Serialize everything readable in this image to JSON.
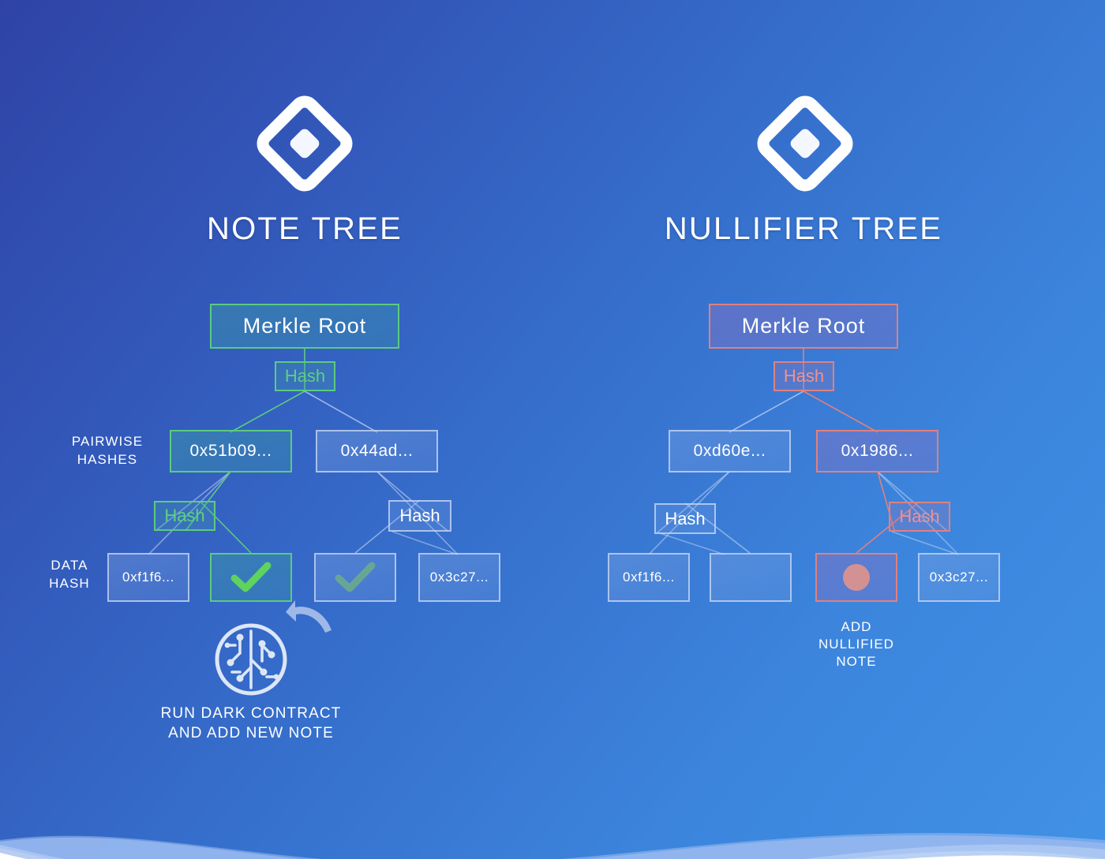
{
  "background": {
    "gradient_from": "#2f43a6",
    "gradient_to": "#4091e6",
    "wave_color_back": "#8cb0ec",
    "wave_color_front": "#ffffff"
  },
  "palette": {
    "green_accent": "#5ccb7f",
    "green_check": "#5ed35e",
    "green_check_muted": "#6fae87",
    "red_accent": "#e0817f",
    "red_dot": "#d49193",
    "node_border": "#c6d6f3",
    "text": "#ffffff",
    "arrow": "#9fb8e8"
  },
  "side_labels": [
    {
      "name": "pairwise-hashes",
      "text": "PAIRWISE\nHASHES"
    },
    {
      "name": "data-hash",
      "text": "DATA\nHASH"
    }
  ],
  "note_tree": {
    "title": "NOTE TREE",
    "logo_icon": "diamond-logo-icon",
    "root": {
      "label": "Merkle Root",
      "highlight": "green"
    },
    "root_hash": {
      "label": "Hash",
      "highlight": "green"
    },
    "level2": [
      {
        "label": "0x51b09...",
        "highlight": "green"
      },
      {
        "label": "0x44ad...",
        "highlight": "none"
      }
    ],
    "level2_hashes": [
      {
        "label": "Hash",
        "highlight": "green"
      },
      {
        "label": "Hash",
        "highlight": "none"
      }
    ],
    "leaves": [
      {
        "label": "0xf1f6...",
        "kind": "text",
        "highlight": "none"
      },
      {
        "label": "",
        "kind": "check",
        "highlight": "green"
      },
      {
        "label": "",
        "kind": "check-muted",
        "highlight": "none"
      },
      {
        "label": "0x3c27...",
        "kind": "text",
        "highlight": "none"
      }
    ],
    "action": {
      "icon": "circuit-contract-icon",
      "arrow_icon": "curved-arrow-left-icon",
      "caption": "RUN DARK CONTRACT\nAND ADD NEW NOTE"
    }
  },
  "nullifier_tree": {
    "title": "NULLIFIER TREE",
    "logo_icon": "diamond-logo-icon",
    "root": {
      "label": "Merkle Root",
      "highlight": "red"
    },
    "root_hash": {
      "label": "Hash",
      "highlight": "red"
    },
    "level2": [
      {
        "label": "0xd60e...",
        "highlight": "none"
      },
      {
        "label": "0x1986...",
        "highlight": "red"
      }
    ],
    "level2_hashes": [
      {
        "label": "Hash",
        "highlight": "none"
      },
      {
        "label": "Hash",
        "highlight": "red"
      }
    ],
    "leaves": [
      {
        "label": "0xf1f6...",
        "kind": "text",
        "highlight": "none"
      },
      {
        "label": "",
        "kind": "empty",
        "highlight": "none"
      },
      {
        "label": "",
        "kind": "dot",
        "highlight": "red"
      },
      {
        "label": "0x3c27...",
        "kind": "text",
        "highlight": "none"
      }
    ],
    "action": {
      "caption": "ADD\nNULLIFIED\nNOTE"
    }
  }
}
